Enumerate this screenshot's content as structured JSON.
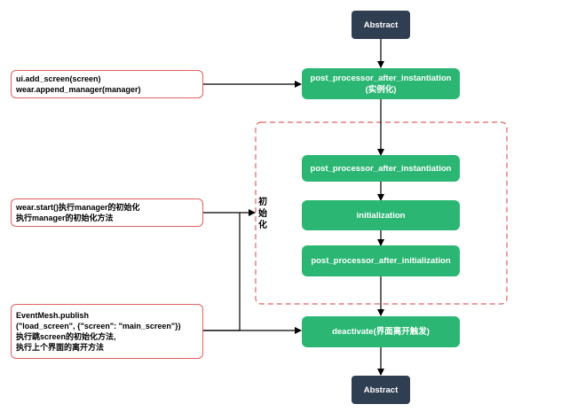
{
  "nodes": {
    "abstract_top": "Abstract",
    "post_processor_top": {
      "line1": "post_processor_after_instantiation",
      "line2": "(实例化)"
    },
    "post_processor_inner": "post_processor_after_instantiation",
    "initialization": "initialization",
    "post_processor_after_initialization": "post_processor_after_initialization",
    "deactivate": "deactivate(界面离开触发)",
    "abstract_bottom": "Abstract"
  },
  "group": {
    "label_chars": [
      "初",
      "始",
      "化"
    ]
  },
  "notes": {
    "note1": [
      "ui.add_screen(screen)",
      "wear.append_manager(manager)"
    ],
    "note2": [
      "wear.start()执行manager的初始化",
      "执行manager的初始化方法"
    ],
    "note3": [
      "EventMesh.publish",
      "(\"load_screen\", {\"screen\": \"main_screen\"})",
      "执行跳screen的初始化方法,",
      "执行上个界面的离开方法"
    ]
  },
  "colors": {
    "dark_node": "#2f3e50",
    "green_node": "#2bb673",
    "note_border": "#e06060",
    "group_border": "#e06060",
    "arrow": "#000000"
  }
}
